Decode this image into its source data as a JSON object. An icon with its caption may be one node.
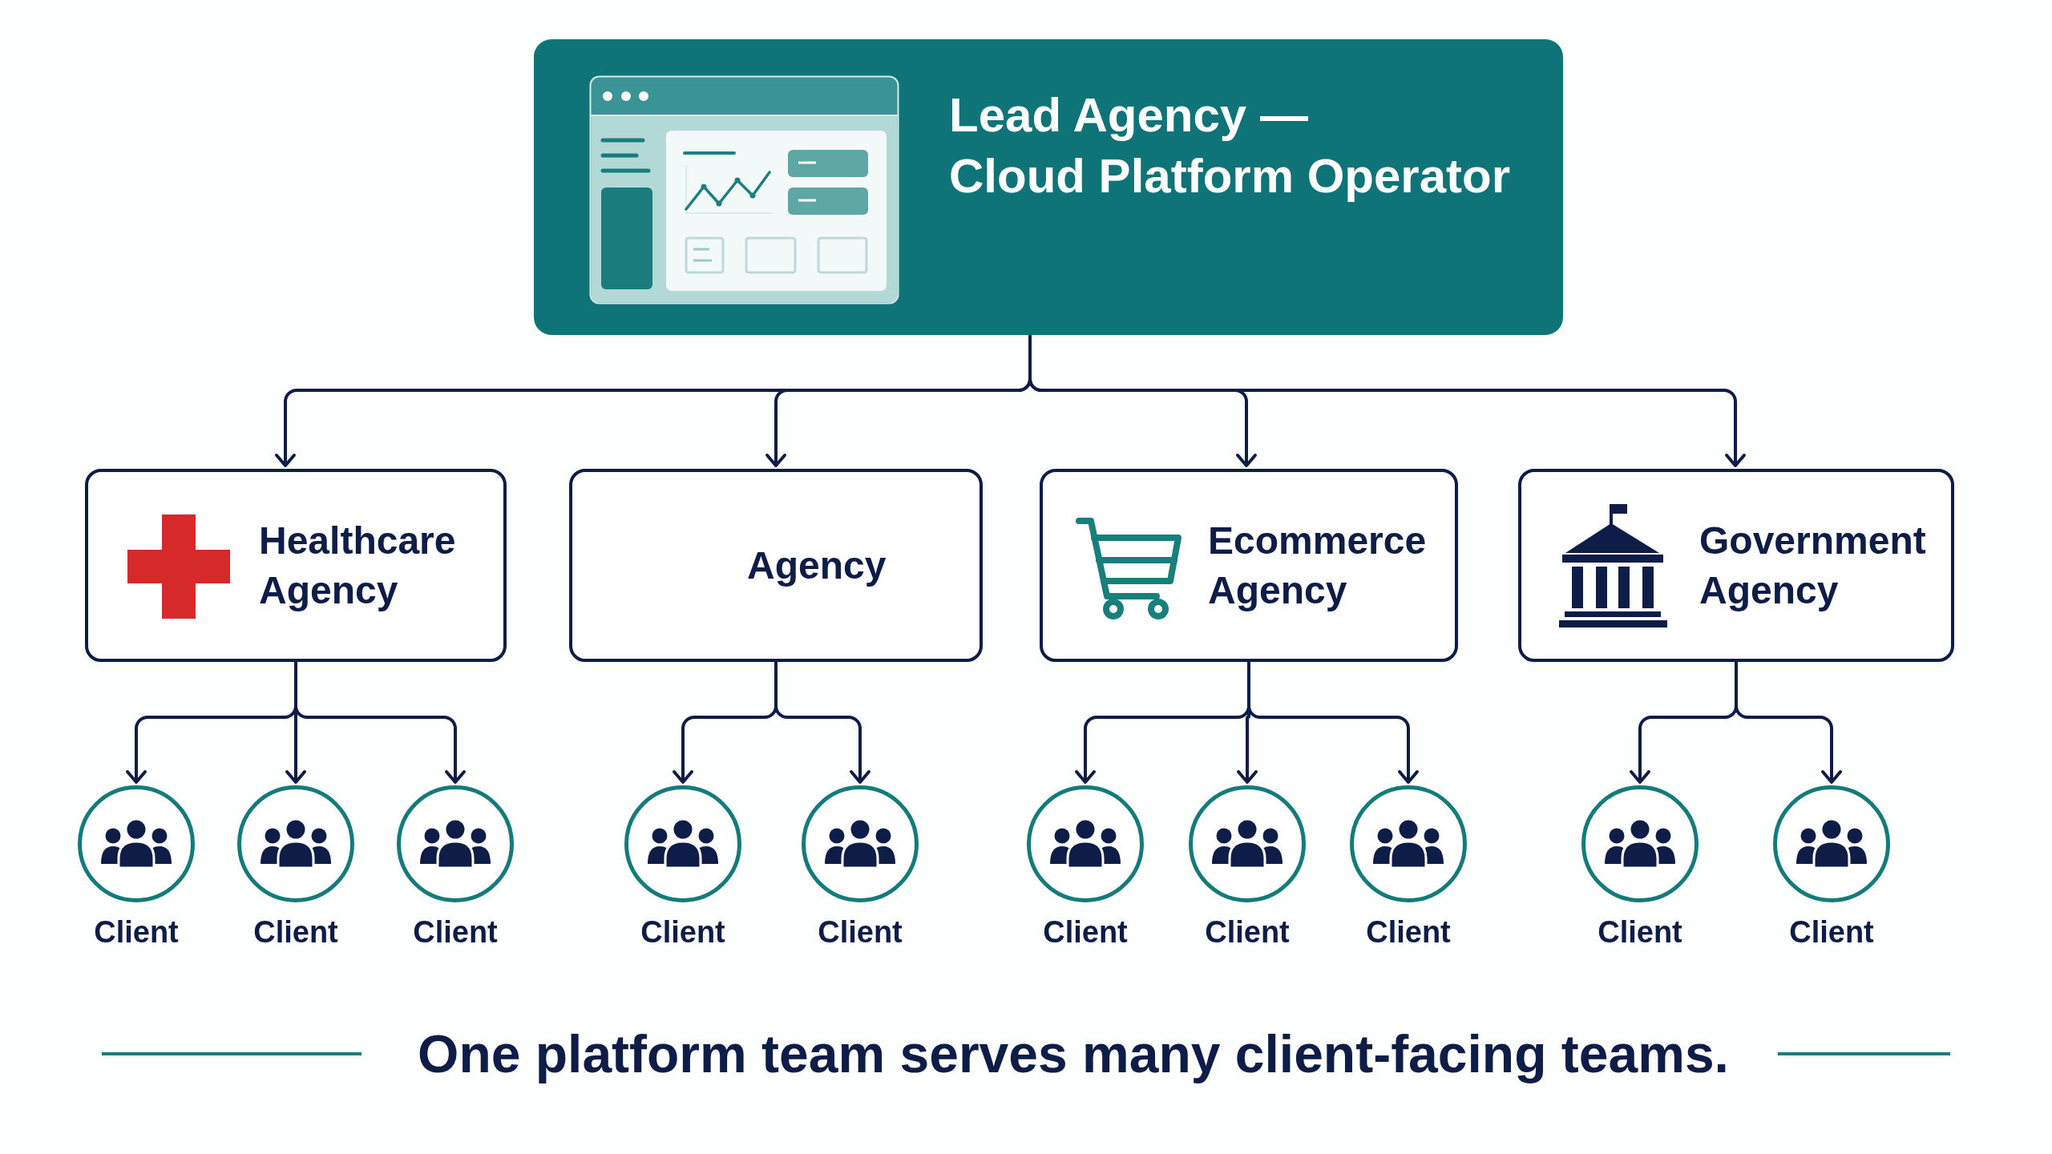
{
  "diagram": {
    "caption": "One platform team serves many client-facing teams.",
    "nodes": [
      {
        "text": [
          "Lead Agency — Cloud Platform Operator"
        ]
      },
      {
        "text": [
          "Healthcare Agency"
        ]
      },
      {
        "text": [
          "Agency"
        ]
      },
      {
        "text": [
          "Ecommerce Agency"
        ]
      },
      {
        "text": [
          "Government Agency"
        ]
      },
      {
        "text": [
          "Client"
        ]
      },
      {
        "text": [
          "Client"
        ]
      },
      {
        "text": [
          "Client"
        ]
      },
      {
        "text": [
          "Client"
        ]
      },
      {
        "text": [
          "Client"
        ]
      },
      {
        "text": [
          "Client"
        ]
      },
      {
        "text": [
          "Client"
        ]
      },
      {
        "text": [
          "Client"
        ]
      },
      {
        "text": [
          "Client"
        ]
      },
      {
        "text": [
          "Client"
        ]
      }
    ],
    "edges": [
      {
        "from": 0,
        "to": 1,
        "arrow": "to"
      },
      {
        "from": 0,
        "to": 2,
        "arrow": "to"
      },
      {
        "from": 0,
        "to": 3,
        "arrow": "to"
      },
      {
        "from": 0,
        "to": 4,
        "arrow": "to"
      },
      {
        "from": 1,
        "to": 5,
        "arrow": "to"
      },
      {
        "from": 1,
        "to": 6,
        "arrow": "to"
      },
      {
        "from": 1,
        "to": 7,
        "arrow": "to"
      },
      {
        "from": 2,
        "to": 8,
        "arrow": "to"
      },
      {
        "from": 2,
        "to": 9,
        "arrow": "to"
      },
      {
        "from": 3,
        "to": 10,
        "arrow": "to"
      },
      {
        "from": 3,
        "to": 11,
        "arrow": "to"
      },
      {
        "from": 3,
        "to": 12,
        "arrow": "to"
      },
      {
        "from": 4,
        "to": 13,
        "arrow": "to"
      },
      {
        "from": 4,
        "to": 14,
        "arrow": "to"
      }
    ]
  }
}
